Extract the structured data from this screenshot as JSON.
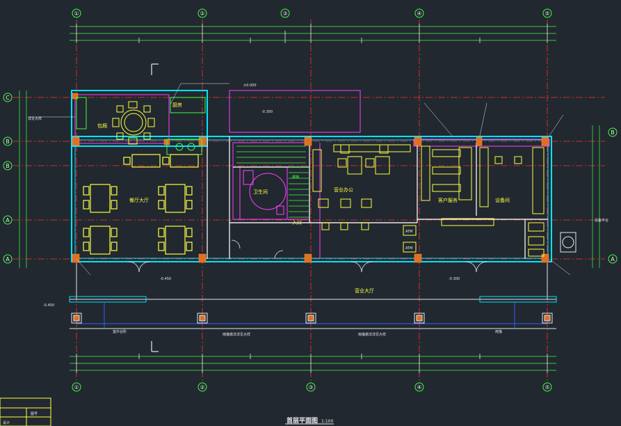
{
  "drawing": {
    "title": "首层平面图",
    "title_scale": "1:100",
    "colors": {
      "background": "#212830",
      "axis_line": "#ff3030",
      "dimension": "#e8e8e8",
      "wall": "#e8e8e8",
      "outer_wall": "#00e5ff",
      "column": "#e07020",
      "furniture_yellow": "#ffff40",
      "furniture_green": "#40ff40",
      "magenta": "#ff40ff",
      "blue": "#3060ff",
      "grid_bubble": "#40ff40",
      "room_text": "#ffff40"
    },
    "grid_columns": [
      "①",
      "②",
      "③",
      "④",
      "⑤"
    ],
    "grid_column_between": "③",
    "grid_rows": [
      "C",
      "B",
      "B",
      "A",
      "A"
    ],
    "rooms": {
      "dining_private": "包厢",
      "dining_hall": "餐厅大厅",
      "kitchen": "厨房",
      "wash": "卫生间",
      "office": "营业办公",
      "hall": "营业大厅",
      "service": "客户服务",
      "storage": "设备间",
      "entrance": "入口",
      "atm1": "ATM",
      "atm2": "ATM"
    },
    "notes": {
      "stairs_label": "楼梯",
      "front_porch": "室外台阶",
      "note_bottom_left": "雨篷做法详见大样",
      "note_bottom_mid": "雨篷做法详见大样",
      "note_bottom_right": "雨篷",
      "left_note": "详见大样",
      "right_note": "设备平台"
    },
    "elev": {
      "e1": "±0.000",
      "e2": "-0.300",
      "e3": "-0.450",
      "e4": "-0.300",
      "e5": "-0.450"
    },
    "titleblock": {
      "row1": "图号",
      "row2": "设计"
    }
  }
}
